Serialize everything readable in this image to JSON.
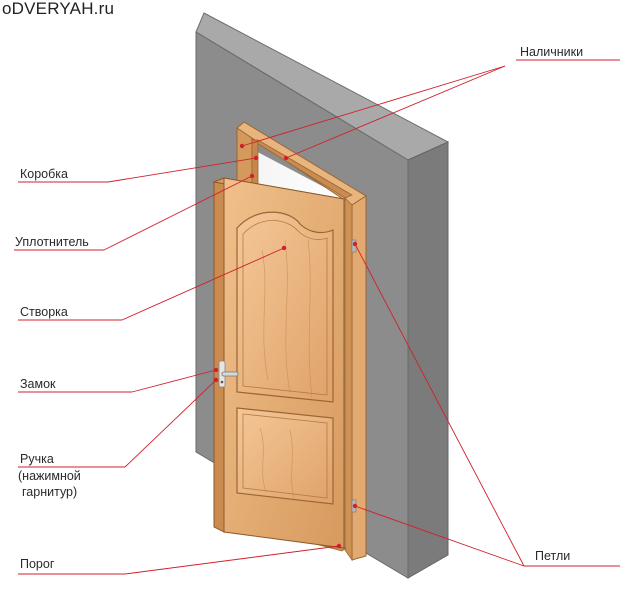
{
  "site": "oDVERYAH.ru",
  "labels": {
    "nalichniki": "Наличники",
    "korobka": "Коробка",
    "uplotnitel": "Уплотнитель",
    "stvorka": "Створка",
    "zamok": "Замок",
    "ruchka_1": "Ручка",
    "ruchka_2": "(нажимной",
    "ruchka_3": "гарнитур)",
    "petli": "Петли",
    "porog": "Порог"
  },
  "colors": {
    "wall_front": "#8a8a8a",
    "wall_side": "#797979",
    "wall_top": "#a7a7a7",
    "wood": "#e3b17a",
    "leader": "#d0202a"
  }
}
